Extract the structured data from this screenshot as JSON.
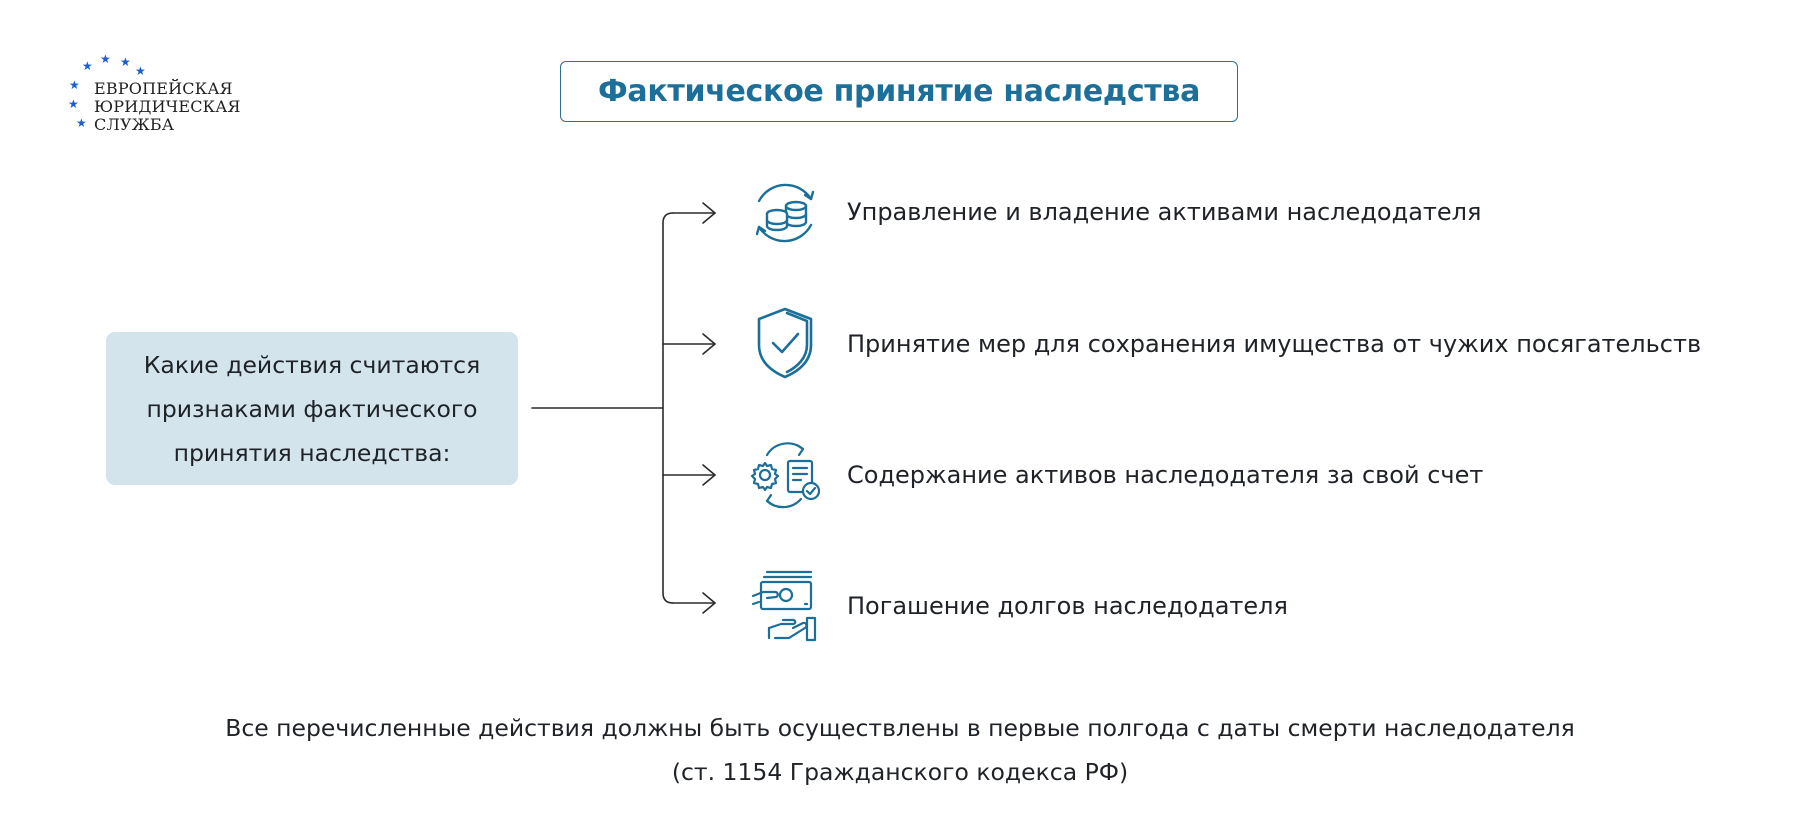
{
  "logo": {
    "lines": [
      "ЕВРОПЕЙСКАЯ",
      "ЮРИДИЧЕСКАЯ",
      "СЛУЖБА"
    ],
    "star_color": "#1a5fd0"
  },
  "title": "Фактическое принятие наследства",
  "question": "Какие действия считаются признаками фактического принятия наследства:",
  "items": [
    {
      "icon": "coins-cycle-icon",
      "label": "Управление и владение активами наследодателя"
    },
    {
      "icon": "shield-check-icon",
      "label": "Принятие мер для сохранения имущества от чужих посягательств"
    },
    {
      "icon": "gear-document-icon",
      "label": "Содержание активов наследодателя за свой счет"
    },
    {
      "icon": "hand-money-icon",
      "label": "Погашение долгов наследодателя"
    }
  ],
  "footer": {
    "line1": "Все перечисленные действия должны быть осуществлены в первые полгода с даты смерти наследодателя",
    "line2": "(ст. 1154 Гражданского кодекса РФ)"
  },
  "colors": {
    "accent": "#1b6f98",
    "box_fill": "#d3e4ec",
    "connector": "#2b2b2b"
  }
}
